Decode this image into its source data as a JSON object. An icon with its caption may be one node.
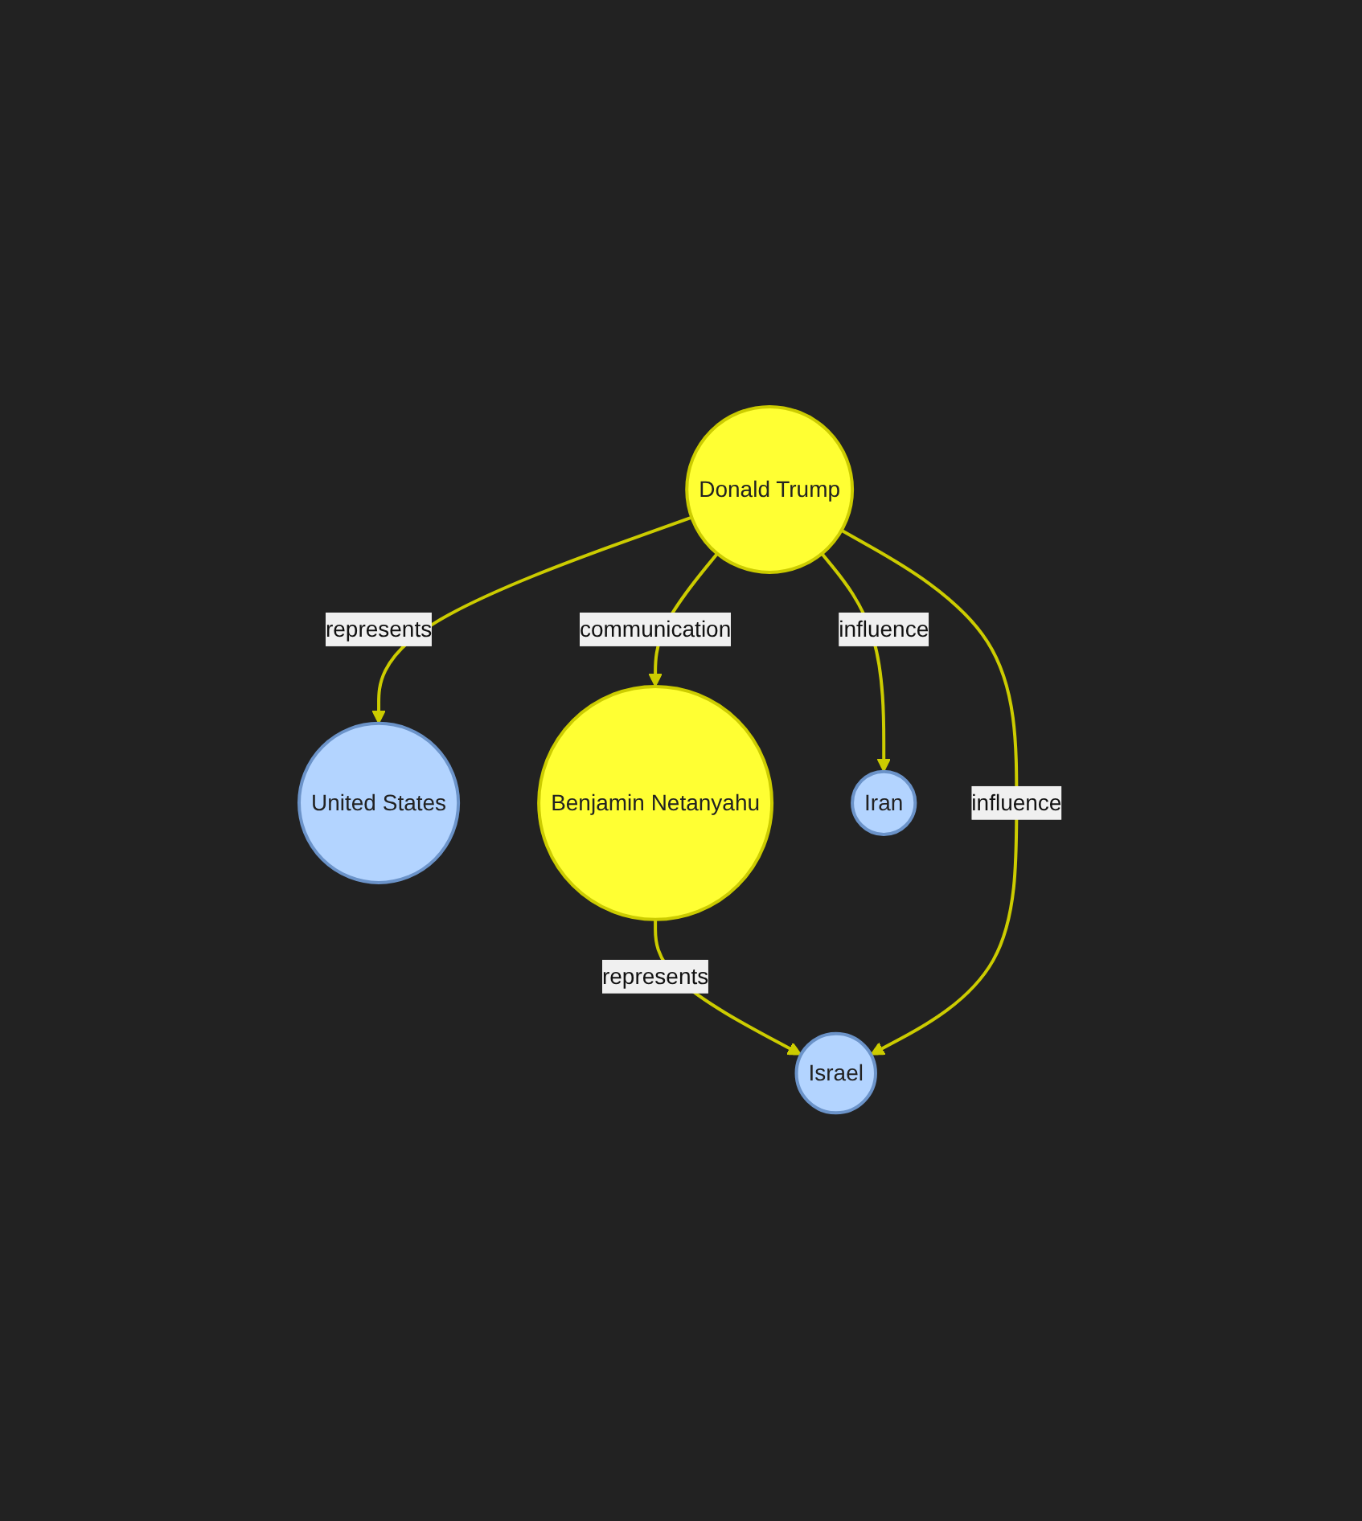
{
  "diagram": {
    "nodes": [
      {
        "text": [
          "United States"
        ]
      },
      {
        "text": [
          "Donald Trump"
        ]
      },
      {
        "text": [
          "Benjamin Netanyahu"
        ]
      },
      {
        "text": [
          "Israel"
        ]
      },
      {
        "text": [
          "Iran"
        ]
      }
    ],
    "edges": [
      {
        "from": 1,
        "to": 0,
        "arrow": "to",
        "label": "represents"
      },
      {
        "from": 1,
        "to": 2,
        "arrow": "to",
        "label": "communication"
      },
      {
        "from": 2,
        "to": 3,
        "arrow": "to",
        "label": "represents"
      },
      {
        "from": 1,
        "to": 3,
        "arrow": "to",
        "label": "influence"
      },
      {
        "from": 1,
        "to": 4,
        "arrow": "to",
        "label": "influence"
      }
    ]
  }
}
